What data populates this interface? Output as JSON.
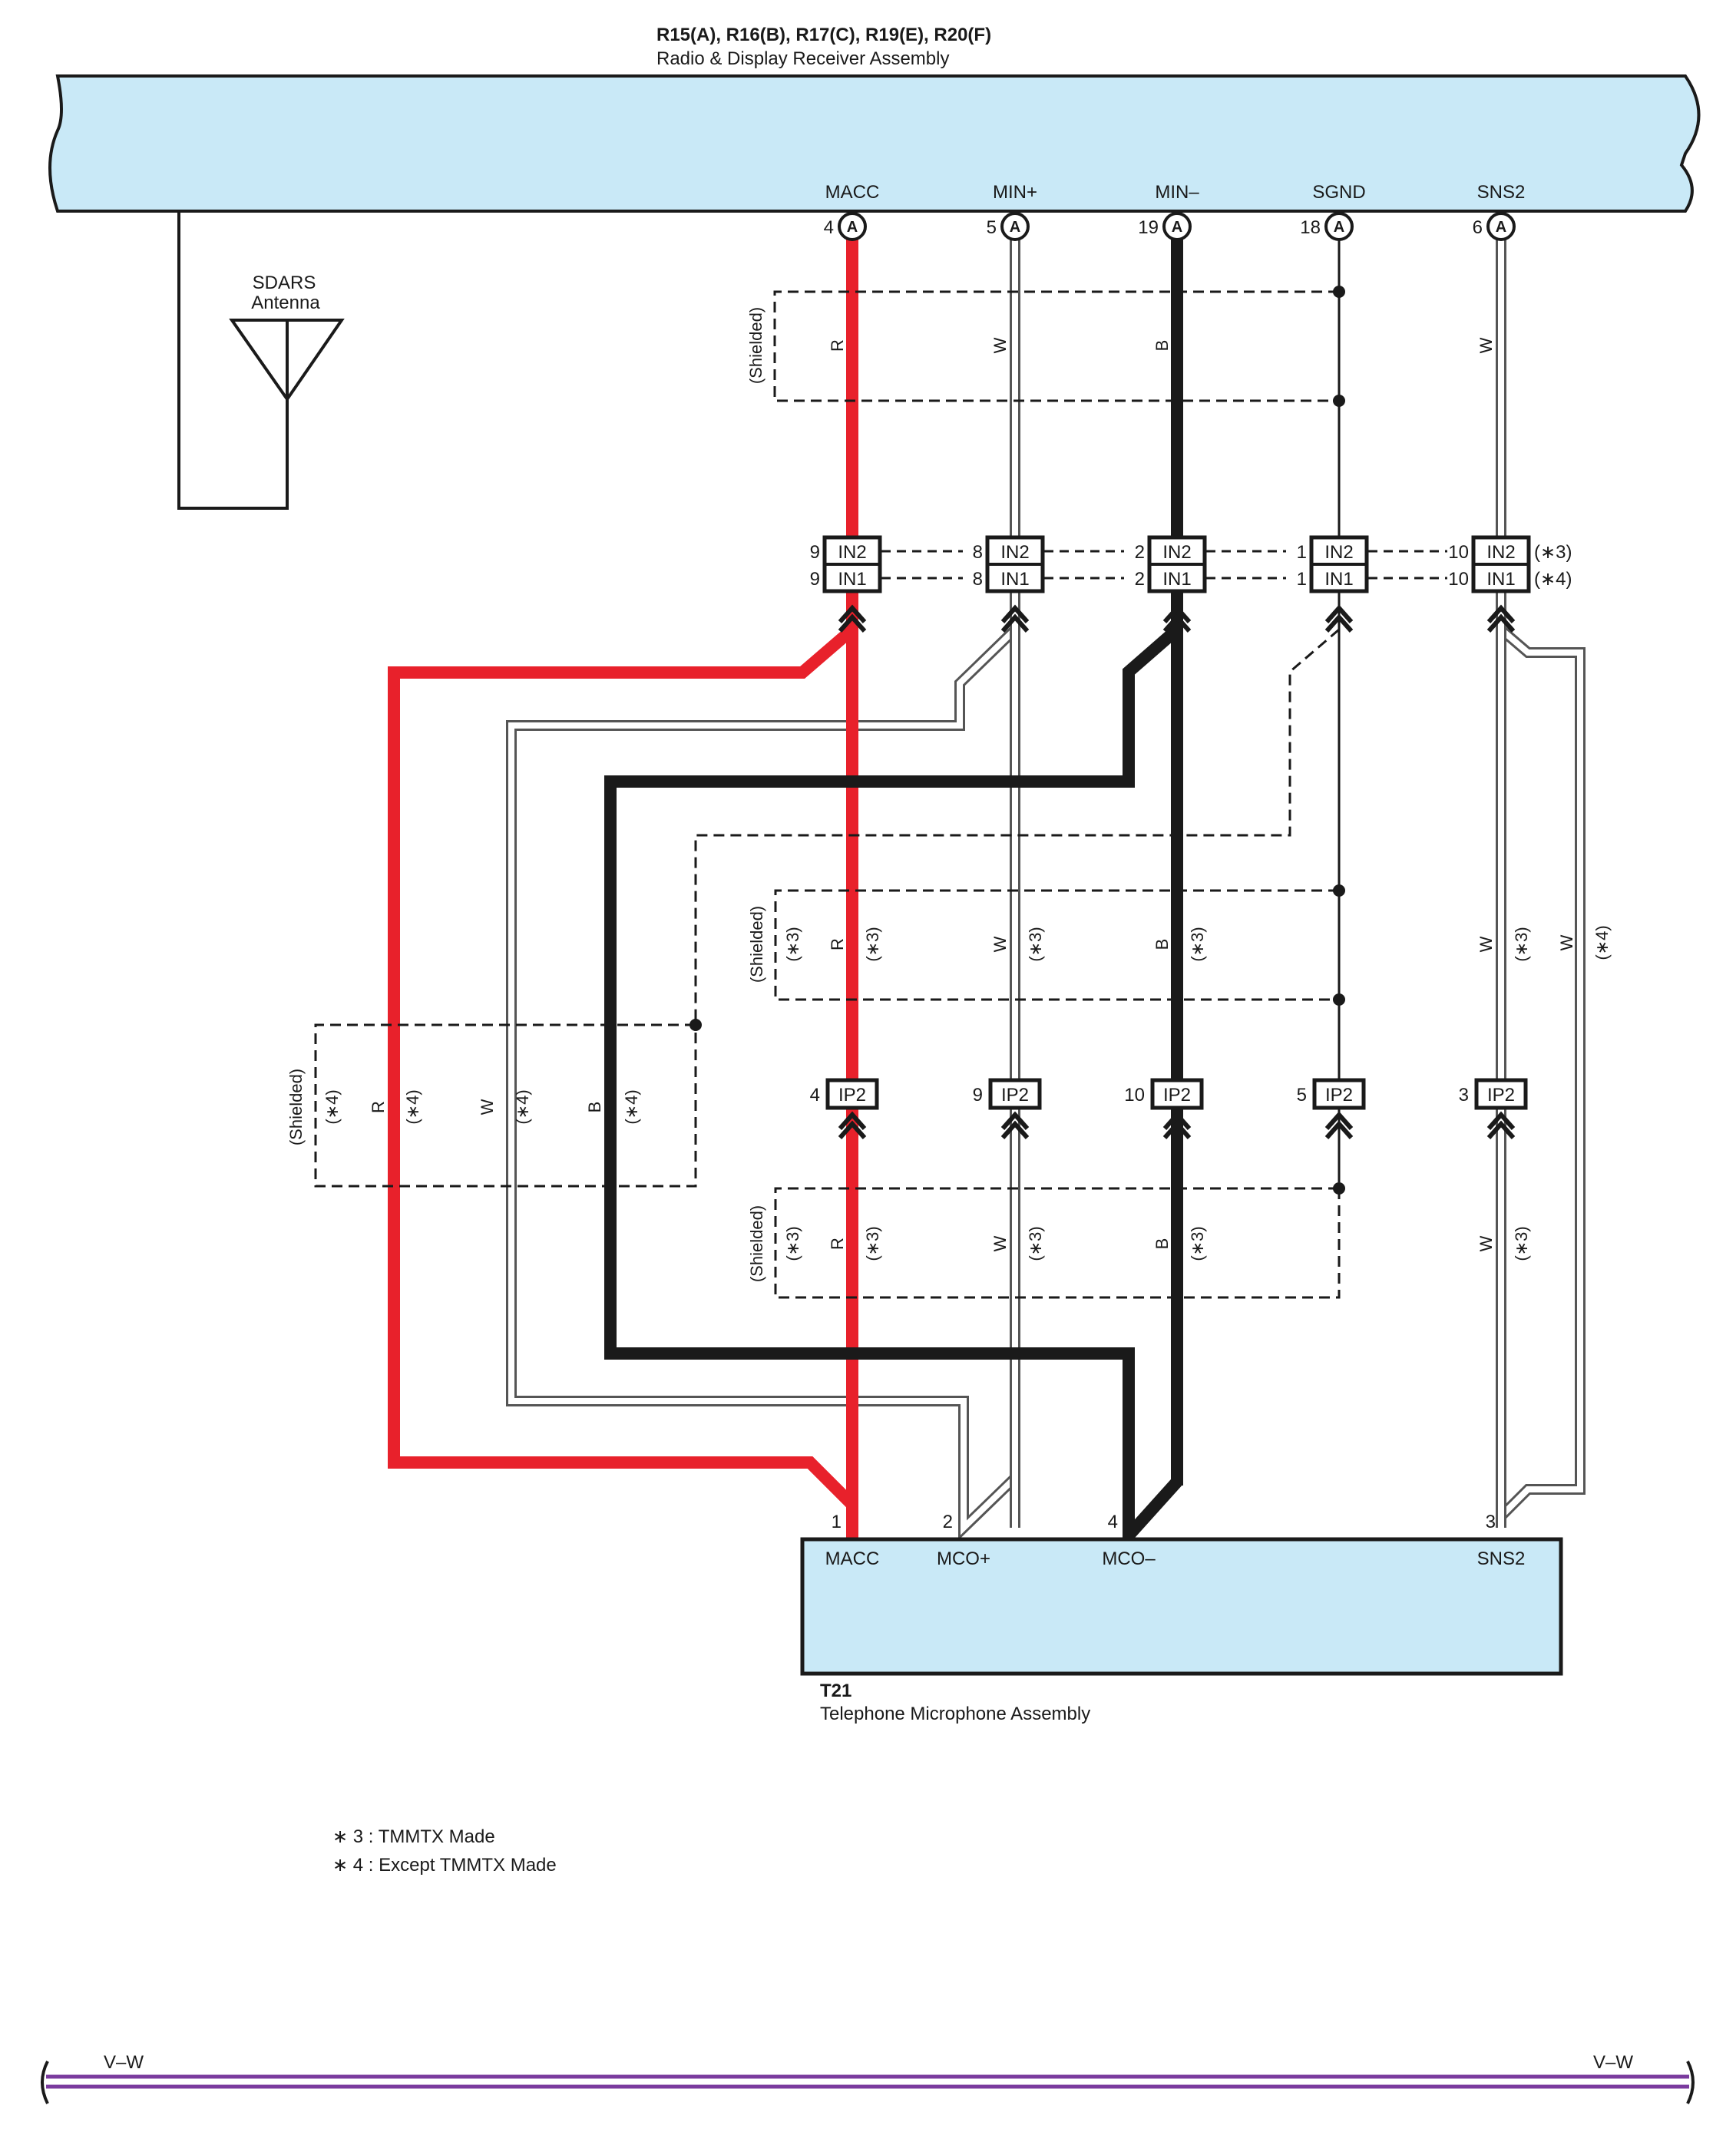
{
  "receiver": {
    "title": "R15(A), R16(B), R17(C), R19(E), R20(F)",
    "name": "Radio & Display Receiver Assembly",
    "connector_letter": "A",
    "pins": [
      {
        "name": "MACC",
        "pin": "4"
      },
      {
        "name": "MIN+",
        "pin": "5"
      },
      {
        "name": "MIN–",
        "pin": "19"
      },
      {
        "name": "SGND",
        "pin": "18"
      },
      {
        "name": "SNS2",
        "pin": "6"
      }
    ]
  },
  "antenna": {
    "line1": "SDARS",
    "line2": "Antenna"
  },
  "wire_colors": {
    "r": "R",
    "w": "W",
    "b": "B"
  },
  "shielded_label": "(Shielded)",
  "note3": "(∗3)",
  "note4": "(∗4)",
  "in_connectors": {
    "in2": "IN2",
    "in1": "IN1",
    "pins": [
      {
        "in2": "9",
        "in1": "9"
      },
      {
        "in2": "8",
        "in1": "8"
      },
      {
        "in2": "2",
        "in1": "2"
      },
      {
        "in2": "1",
        "in1": "1"
      },
      {
        "in2": "10",
        "in1": "10"
      }
    ],
    "suffix_in2": "(∗3)",
    "suffix_in1": "(∗4)"
  },
  "ip2_connectors": {
    "label": "IP2",
    "pins": [
      "4",
      "9",
      "10",
      "5",
      "3"
    ]
  },
  "microphone": {
    "id": "T21",
    "name": "Telephone Microphone Assembly",
    "pins": [
      {
        "name": "MACC",
        "pin": "1"
      },
      {
        "name": "MCO+",
        "pin": "2"
      },
      {
        "name": "MCO–",
        "pin": "4"
      },
      {
        "name": "SNS2",
        "pin": "3"
      }
    ]
  },
  "footnotes": [
    "∗ 3 : TMMTX Made",
    "∗ 4 : Except TMMTX Made"
  ],
  "bottom_bar": {
    "left": "V–W",
    "right": "V–W"
  },
  "colors": {
    "component_fill": "#c9e9f7",
    "red_wire": "#e8212b",
    "black_wire": "#1a1a1a",
    "bottom_bar": "#7a3b9e"
  }
}
